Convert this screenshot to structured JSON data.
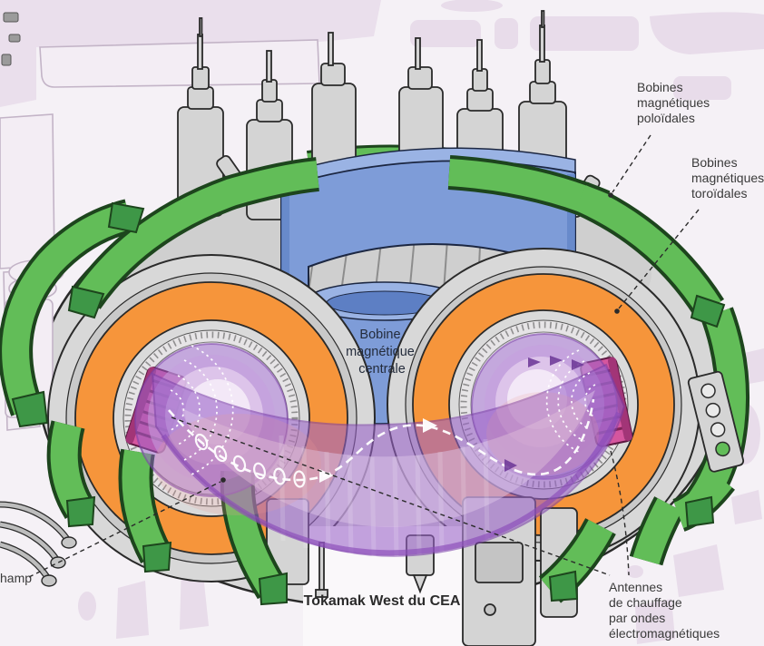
{
  "caption": "Tokamak West du CEA",
  "labels": {
    "poloidal_coils": {
      "lines": [
        "Bobines",
        "magnétiques",
        "poloïdales"
      ]
    },
    "toroidal_coils": {
      "lines": [
        "Bobines",
        "magnétiques",
        "toroïdales"
      ]
    },
    "central_coil": {
      "lines": [
        "Bobine",
        "magnétique",
        "centrale"
      ]
    },
    "heating_antennas": {
      "lines": [
        "Antennes",
        "de chauffage",
        "par ondes",
        "électromagnétiques"
      ]
    },
    "field_label_fragment": {
      "lines": [
        "hamp"
      ]
    }
  },
  "colors": {
    "background": "#f5f1f6",
    "background_blob": "#e8dcea",
    "machine_gray": "#d4d4d4",
    "toroidal_green": "#62bd58",
    "toroidal_green_dark": "#3e9747",
    "poloidal_orange": "#f6953b",
    "solenoid_blue": "#7e9cd8",
    "solenoid_blue_light": "#9ab3e4",
    "plasma_purple": "#9a63c9",
    "antenna_magenta": "#d5569e",
    "label_text": "#3a3a3a"
  }
}
